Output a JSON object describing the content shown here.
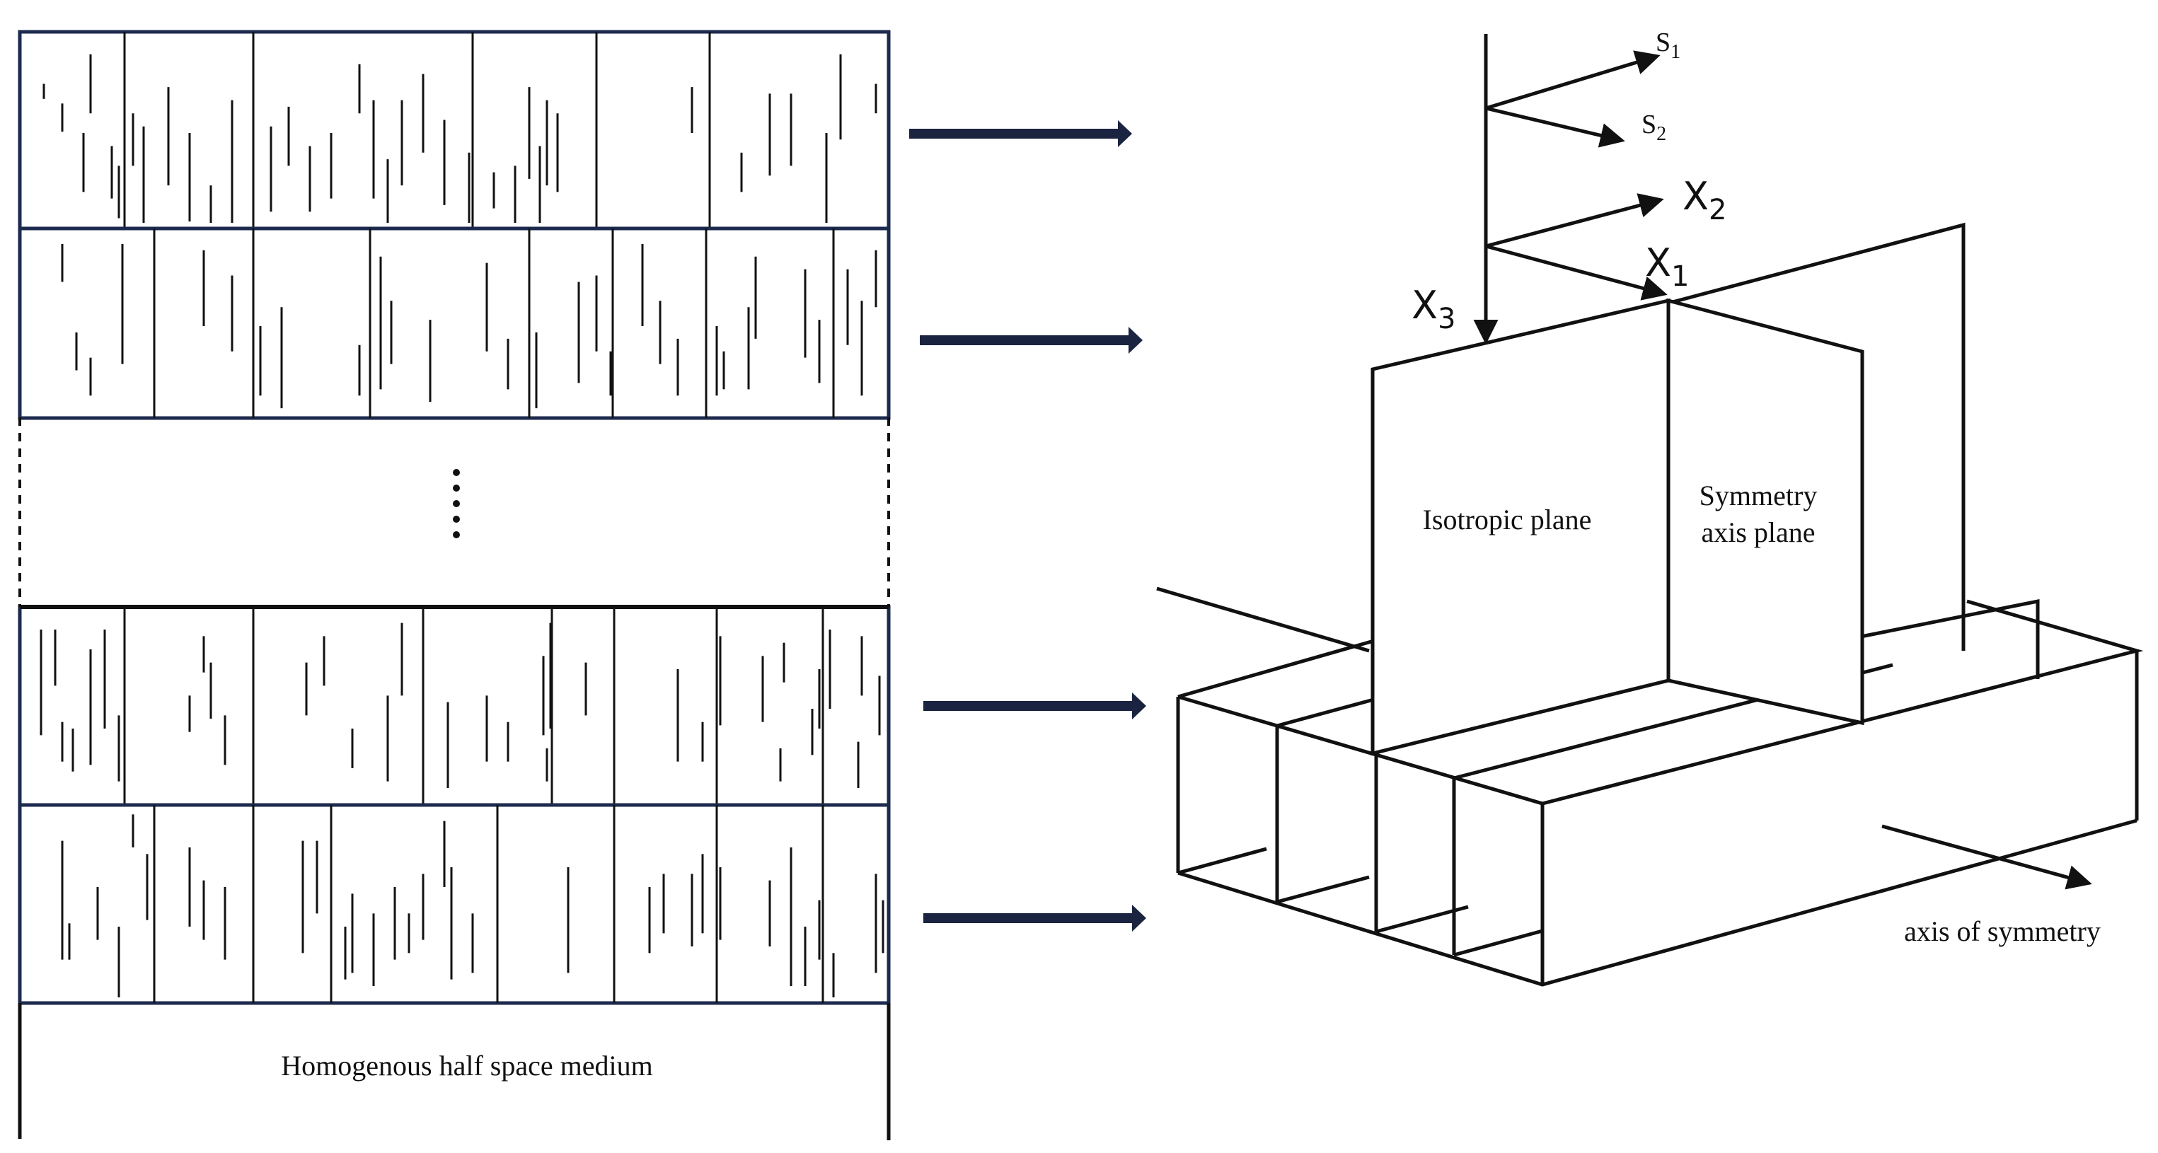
{
  "layers_panel": {
    "footer_label": "Homogenous half space medium",
    "ellipsis": "⋮",
    "layers": [
      {
        "name": "layer-1",
        "cracks": [
          [
            34,
            75,
            98
          ],
          [
            60,
            105,
            148
          ],
          [
            100,
            30,
            120
          ],
          [
            130,
            170,
            250
          ],
          [
            90,
            150,
            240
          ],
          [
            160,
            120,
            200
          ],
          [
            140,
            200,
            280
          ],
          [
            175,
            140,
            300
          ],
          [
            210,
            80,
            230
          ],
          [
            240,
            150,
            285
          ],
          [
            270,
            230,
            300
          ],
          [
            300,
            100,
            300
          ],
          [
            330,
            220,
            290
          ],
          [
            355,
            140,
            270
          ],
          [
            380,
            110,
            200
          ],
          [
            410,
            170,
            270
          ],
          [
            440,
            150,
            250
          ],
          [
            480,
            45,
            120
          ],
          [
            500,
            100,
            250
          ],
          [
            520,
            190,
            300
          ],
          [
            540,
            100,
            230
          ],
          [
            570,
            60,
            180
          ],
          [
            600,
            130,
            260
          ],
          [
            635,
            180,
            290
          ],
          [
            670,
            210,
            265
          ],
          [
            700,
            200,
            290
          ],
          [
            720,
            80,
            220
          ],
          [
            745,
            100,
            230
          ],
          [
            735,
            170,
            290
          ],
          [
            760,
            120,
            240
          ],
          [
            950,
            80,
            150
          ],
          [
            975,
            40,
            170
          ],
          [
            1020,
            180,
            240
          ],
          [
            1060,
            90,
            215
          ],
          [
            1090,
            90,
            200
          ],
          [
            1140,
            150,
            290
          ],
          [
            1160,
            30,
            160
          ],
          [
            1210,
            75,
            120
          ],
          [
            1240,
            170,
            290
          ],
          [
            1275,
            140,
            225
          ],
          [
            1300,
            70,
            210
          ],
          [
            1335,
            150,
            295
          ]
        ]
      },
      {
        "name": "layer-2",
        "cracks": [
          [
            60,
            20,
            80
          ],
          [
            80,
            160,
            220
          ],
          [
            100,
            200,
            260
          ],
          [
            145,
            20,
            210
          ],
          [
            260,
            30,
            150
          ],
          [
            300,
            70,
            190
          ],
          [
            340,
            150,
            260
          ],
          [
            370,
            120,
            280
          ],
          [
            480,
            180,
            260
          ],
          [
            510,
            40,
            250
          ],
          [
            525,
            110,
            210
          ],
          [
            580,
            140,
            270
          ],
          [
            660,
            50,
            190
          ],
          [
            690,
            170,
            250
          ],
          [
            720,
            120,
            200
          ],
          [
            730,
            160,
            280
          ],
          [
            790,
            80,
            240
          ],
          [
            815,
            70,
            190
          ],
          [
            835,
            190,
            260
          ],
          [
            880,
            20,
            150
          ],
          [
            905,
            110,
            210
          ],
          [
            930,
            170,
            260
          ],
          [
            985,
            150,
            260
          ],
          [
            995,
            190,
            250
          ],
          [
            1030,
            120,
            250
          ],
          [
            1040,
            40,
            170
          ],
          [
            1110,
            60,
            200
          ],
          [
            1130,
            140,
            240
          ],
          [
            1170,
            60,
            180
          ],
          [
            1210,
            30,
            120
          ],
          [
            1190,
            110,
            260
          ],
          [
            1255,
            110,
            190
          ],
          [
            1275,
            140,
            220
          ],
          [
            1310,
            90,
            250
          ]
        ]
      },
      {
        "name": "layer-3",
        "cracks": [
          [
            30,
            30,
            190
          ],
          [
            50,
            30,
            115
          ],
          [
            60,
            170,
            230
          ],
          [
            75,
            180,
            245
          ],
          [
            100,
            60,
            235
          ],
          [
            120,
            30,
            180
          ],
          [
            140,
            160,
            260
          ],
          [
            240,
            130,
            185
          ],
          [
            260,
            40,
            95
          ],
          [
            270,
            80,
            165
          ],
          [
            290,
            160,
            235
          ],
          [
            405,
            80,
            160
          ],
          [
            430,
            40,
            115
          ],
          [
            470,
            180,
            240
          ],
          [
            540,
            20,
            130
          ],
          [
            520,
            130,
            260
          ],
          [
            570,
            25,
            150
          ],
          [
            605,
            140,
            270
          ],
          [
            660,
            130,
            230
          ],
          [
            690,
            170,
            230
          ],
          [
            740,
            70,
            190
          ],
          [
            745,
            210,
            260
          ],
          [
            750,
            20,
            180
          ],
          [
            800,
            80,
            160
          ],
          [
            930,
            90,
            230
          ],
          [
            965,
            170,
            230
          ],
          [
            990,
            40,
            175
          ],
          [
            1050,
            70,
            170
          ],
          [
            1080,
            50,
            110
          ],
          [
            1075,
            210,
            260
          ],
          [
            1120,
            150,
            220
          ],
          [
            1130,
            90,
            180
          ],
          [
            1145,
            30,
            150
          ],
          [
            1185,
            200,
            270
          ],
          [
            1190,
            40,
            130
          ],
          [
            1215,
            100,
            190
          ],
          [
            1245,
            110,
            270
          ],
          [
            1275,
            40,
            230
          ]
        ]
      },
      {
        "name": "layer-4",
        "cracks": [
          [
            60,
            50,
            230
          ],
          [
            70,
            175,
            230
          ],
          [
            110,
            120,
            200
          ],
          [
            140,
            180,
            290
          ],
          [
            160,
            10,
            60
          ],
          [
            180,
            70,
            170
          ],
          [
            240,
            60,
            180
          ],
          [
            260,
            110,
            200
          ],
          [
            290,
            120,
            230
          ],
          [
            400,
            50,
            220
          ],
          [
            420,
            50,
            160
          ],
          [
            460,
            180,
            260
          ],
          [
            470,
            130,
            250
          ],
          [
            500,
            160,
            270
          ],
          [
            530,
            120,
            230
          ],
          [
            550,
            160,
            220
          ],
          [
            570,
            100,
            200
          ],
          [
            600,
            20,
            120
          ],
          [
            610,
            90,
            260
          ],
          [
            640,
            160,
            250
          ],
          [
            775,
            90,
            250
          ],
          [
            890,
            120,
            220
          ],
          [
            910,
            100,
            190
          ],
          [
            950,
            100,
            210
          ],
          [
            965,
            70,
            190
          ],
          [
            990,
            90,
            200
          ],
          [
            1060,
            110,
            210
          ],
          [
            1090,
            60,
            270
          ],
          [
            1110,
            180,
            270
          ],
          [
            1130,
            140,
            230
          ],
          [
            1150,
            220,
            300
          ],
          [
            1210,
            100,
            250
          ],
          [
            1220,
            140,
            220
          ],
          [
            1250,
            20,
            160
          ],
          [
            1270,
            20,
            140
          ],
          [
            1290,
            100,
            230
          ]
        ]
      }
    ]
  },
  "flow_arrows": [
    {
      "name": "arrow-layer-1"
    },
    {
      "name": "arrow-layer-2"
    },
    {
      "name": "arrow-layer-3"
    },
    {
      "name": "arrow-layer-4"
    }
  ],
  "axes": {
    "s1": {
      "base": "S",
      "sub": "1"
    },
    "s2": {
      "base": "S",
      "sub": "2"
    },
    "x1": {
      "base": "X",
      "sub": "1"
    },
    "x2": {
      "base": "X",
      "sub": "2"
    },
    "x3": {
      "base": "X",
      "sub": "3"
    }
  },
  "plane_labels": {
    "isotropic_plane": "Isotropic plane",
    "symmetry_axis_plane_line1": "Symmetry",
    "symmetry_axis_plane_line2": "axis plane",
    "axis_of_symmetry": "axis of symmetry"
  },
  "colors": {
    "line": "#111111",
    "layer_border": "#1c2a4e",
    "arrow": "#1a2440"
  }
}
